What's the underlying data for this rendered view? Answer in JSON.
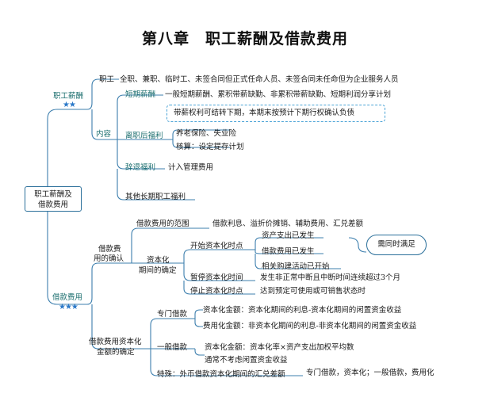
{
  "title": "第八章　职工薪酬及借款费用",
  "root": {
    "line1": "职工薪酬及",
    "line2": "借款费用"
  },
  "salary": {
    "label": "职工薪酬",
    "stars": "★★",
    "employee_label": "职工",
    "employee_desc": "全职、兼职、临时工、未签合同但正式任命人员、未签合同未任命但为企业服务人员",
    "content_label": "内容",
    "short_term_label": "短期薪酬",
    "short_term_desc": "一般短期薪酬、累积带薪缺勤、非累积带薪缺勤、短期利润分享计划",
    "short_term_note": "带薪权利可结转下期，本期末按预计下期行权确认负债",
    "post_label": "离职后福利",
    "post_desc1": "养老保险、失业险",
    "post_desc2": "核算：设定提存计划",
    "dismiss_label": "辞退福利",
    "dismiss_desc": "计入管理费用",
    "other_label": "其他长期职工福利"
  },
  "borrowing": {
    "label": "借款费用",
    "stars": "★★★",
    "confirm_label_1": "借款费",
    "confirm_label_2": "用的确认",
    "scope_label": "借款费用的范围",
    "scope_desc": "借款利息、溢折价摊销、辅助费用、汇兑差额",
    "cap_period_1": "资本化",
    "cap_period_2": "期间的确定",
    "start_label": "开始资本化时点",
    "start_items": [
      "资产支出已发生",
      "借款费用已发生",
      "相关购建活动已开始"
    ],
    "start_note": "需同时满足",
    "pause_label": "暂停资本化时间",
    "pause_desc": "发生非正常中断且中断时间连续超过3个月",
    "stop_label": "停止资本化时点",
    "stop_desc": "达到预定可使用或可销售状态时",
    "amount_label_1": "借款费用资本化",
    "amount_label_2": "金额的确定",
    "special_label": "专门借款",
    "special_desc1": "资本化金额：资本化期间的利息-资本化期间的闲置资金收益",
    "special_desc2": "费用化金额：非资本化期间的利息-非资本化期间的闲置资金收益",
    "general_label": "一般借款",
    "general_desc1": "资本化金额：资本化率×资产支出加权平均数",
    "general_desc2": "通常不考虑闲置资金收益",
    "fx_label": "特殊：外币借款资本化期间的汇兑差额",
    "fx_note": "专门借款，资本化；一般借款，费用化"
  }
}
